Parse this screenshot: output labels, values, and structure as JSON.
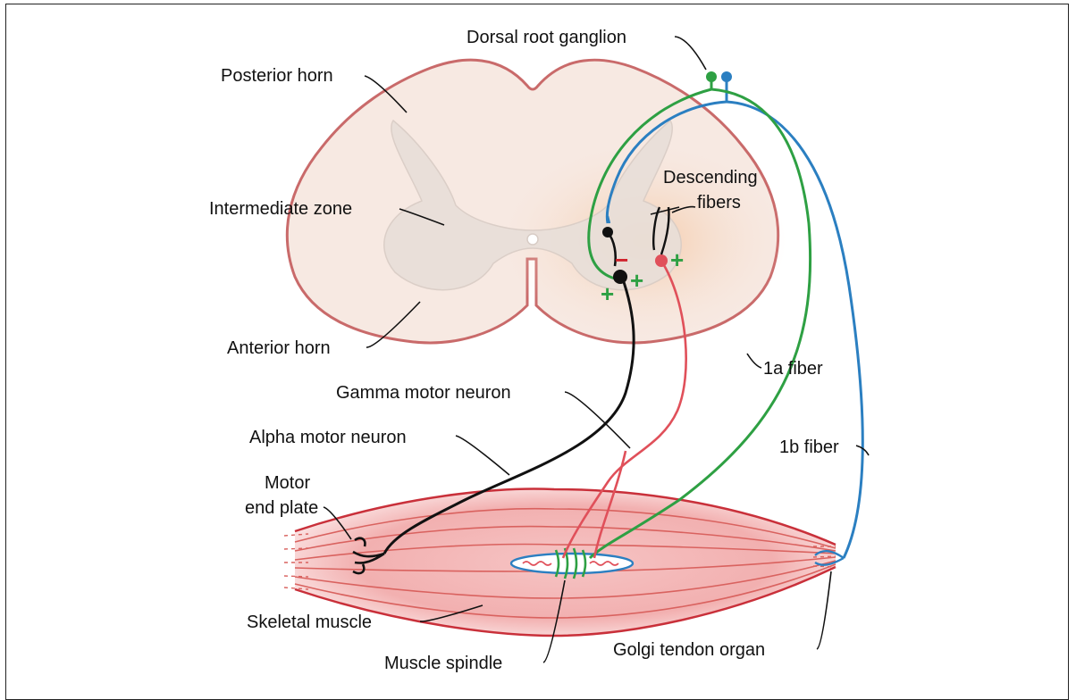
{
  "labels": {
    "dorsal_root_ganglion": "Dorsal root ganglion",
    "posterior_horn": "Posterior horn",
    "intermediate_zone": "Intermediate zone",
    "anterior_horn": "Anterior horn",
    "descending_fibers_line1": "Descending",
    "descending_fibers_line2": "fibers",
    "gamma_motor_neuron": "Gamma motor neuron",
    "alpha_motor_neuron": "Alpha motor neuron",
    "fiber_1a": "1a fiber",
    "fiber_1b": "1b fiber",
    "motor_end_plate_line1": "Motor",
    "motor_end_plate_line2": "end plate",
    "skeletal_muscle": "Skeletal muscle",
    "muscle_spindle": "Muscle spindle",
    "golgi_tendon_organ": "Golgi tendon organ"
  },
  "signs": {
    "inhibitory": "−",
    "excitatory": "+"
  },
  "colors": {
    "cord_outline": "#c96a6a",
    "cord_fill": "#f7e9e2",
    "gray_matter": "#e6dcd6",
    "fiber_1a": "#2ea043",
    "fiber_1b": "#2b7fc1",
    "gamma": "#e0505a",
    "alpha": "#111111",
    "muscle": "#d9625f",
    "minus_sign": "#d0202a",
    "plus_sign": "#2ea043"
  }
}
